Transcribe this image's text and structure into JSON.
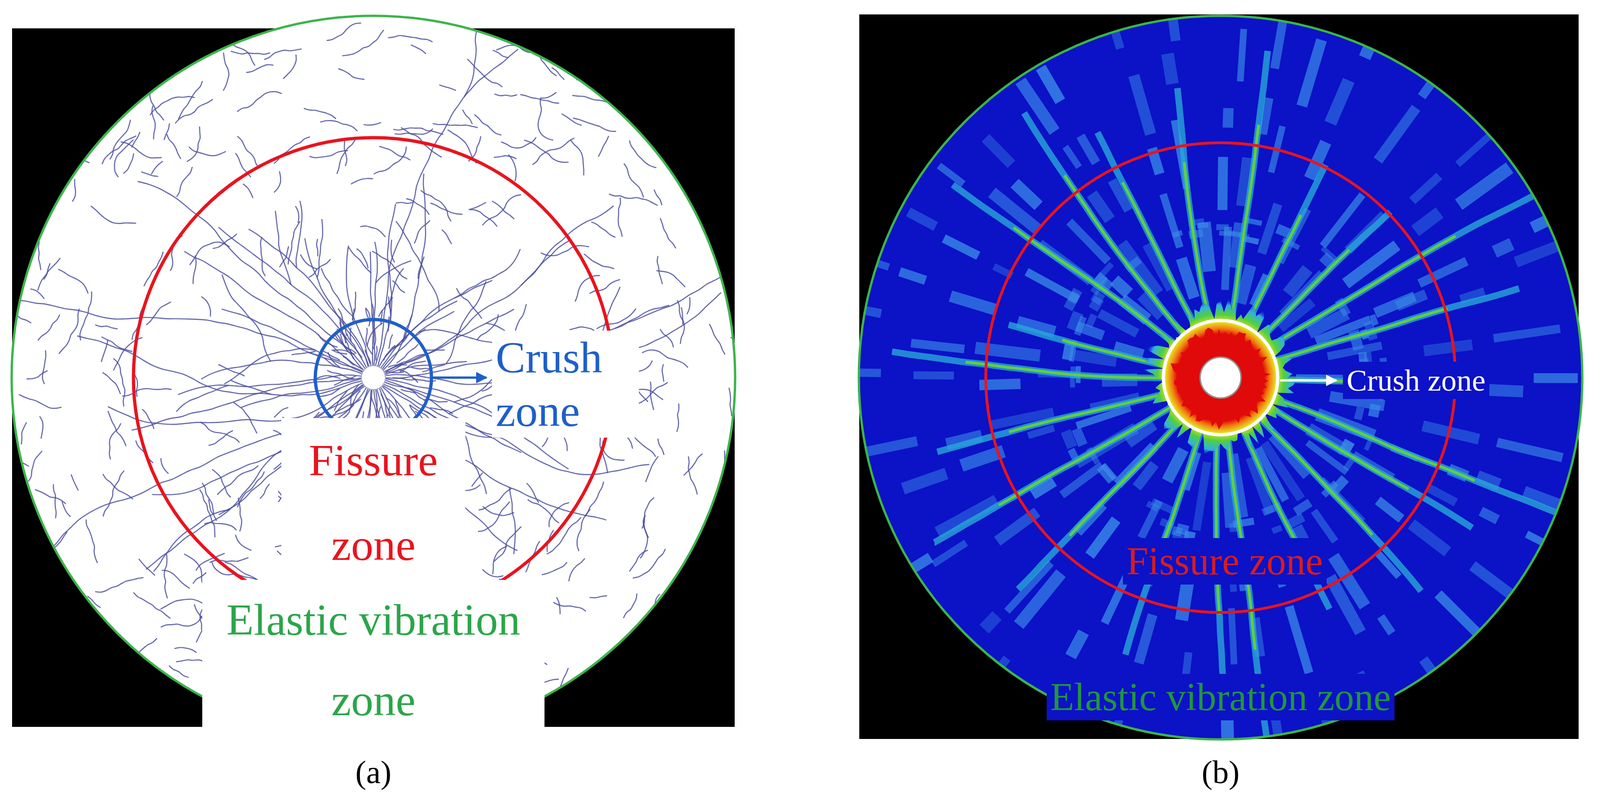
{
  "diagram": {
    "labels": [
      "Crush zone",
      "Fissure zone",
      "Elastic vibration zone",
      "(a)",
      "Crush zone",
      "Fissure zone",
      "Elastic vibration zone",
      "(b)"
    ]
  }
}
